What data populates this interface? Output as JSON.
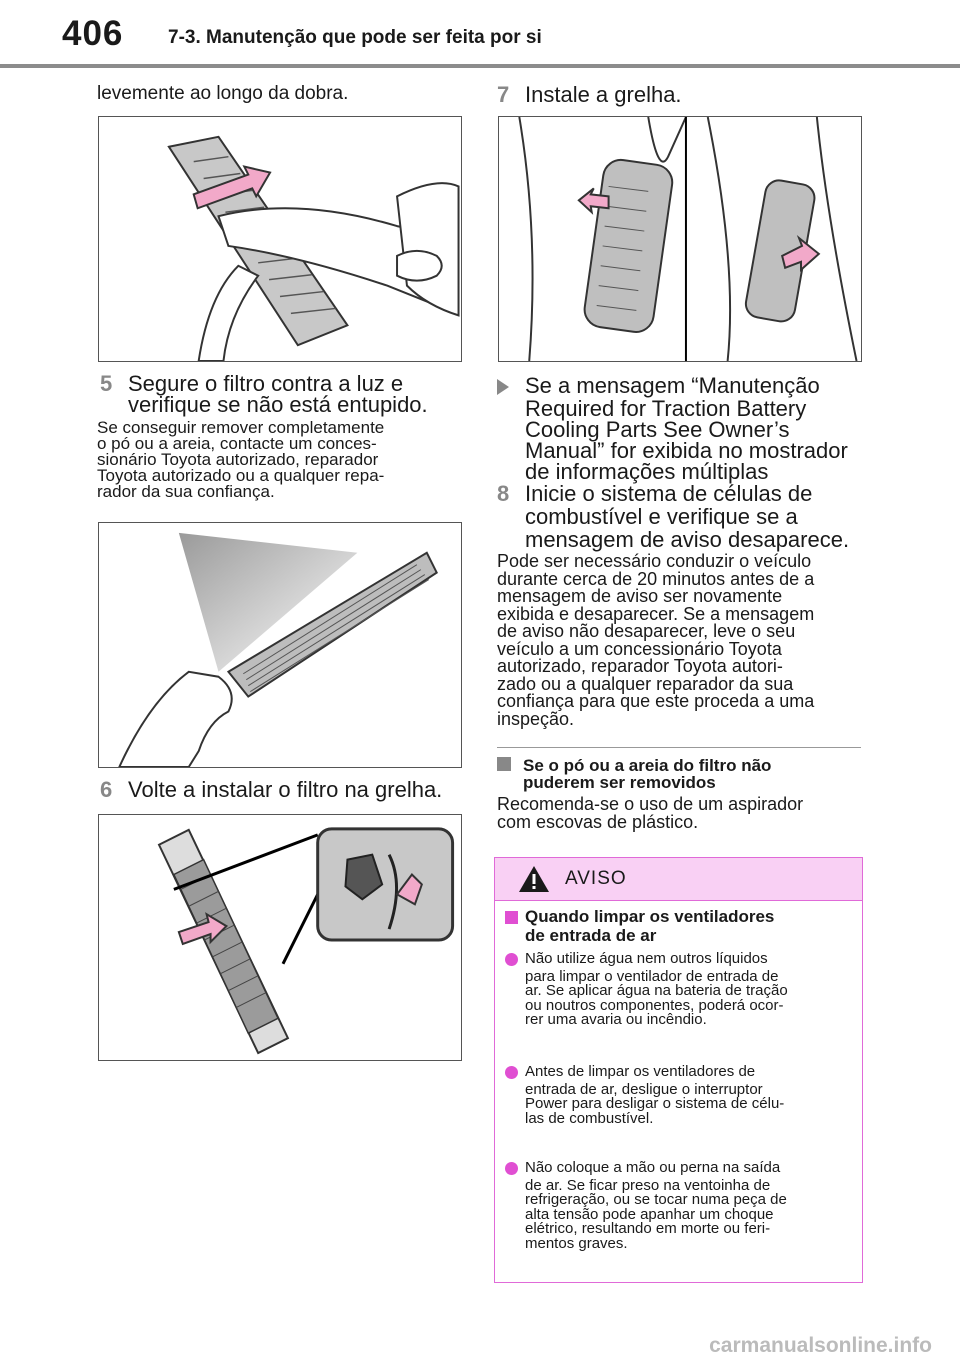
{
  "header": {
    "page_number": "406",
    "section_title": "7-3. Manutenção que pode ser feita por si"
  },
  "left": {
    "intro_text": "levemente ao longo da dobra.",
    "step5": {
      "number": "5",
      "line1": "Segure o filtro contra a luz e",
      "line2": "verifique se não está entupido."
    },
    "step5_desc": [
      "Se conseguir remover completamente",
      "o pó ou a areia, contacte um conces-",
      "sionário Toyota autorizado, reparador",
      "Toyota autorizado ou a qualquer repa-",
      "rador da sua confiança."
    ],
    "step6": {
      "number": "6",
      "text": "Volte a instalar o filtro na grelha."
    }
  },
  "right": {
    "step7": {
      "number": "7",
      "text": "Instale a grelha."
    },
    "condition_lines": [
      "Se a mensagem “Manutenção",
      "Required for Traction Battery",
      "Cooling Parts See Owner’s",
      "Manual” for exibida no mostrador",
      "de informações múltiplas"
    ],
    "step8": {
      "number": "8",
      "lines": [
        "Inicie o sistema de células de",
        "combustível e verifique se a",
        "mensagem de aviso desaparece."
      ]
    },
    "step8_desc": [
      "Pode ser necessário conduzir o veículo",
      "durante cerca de 20 minutos antes de a",
      "mensagem de aviso ser novamente",
      "exibida e desaparecer. Se a mensagem",
      "de aviso não desaparecer, leve o seu",
      "veículo a um concessionário Toyota",
      "autorizado, reparador Toyota autori-",
      "zado ou a qualquer reparador da sua",
      "confiança para que este proceda a uma",
      "inspeção."
    ],
    "dust_section": {
      "title_lines": [
        "Se o pó ou a areia do filtro não",
        "puderem ser removidos"
      ],
      "body_lines": [
        "Recomenda-se o uso de um aspirador",
        "com escovas de plástico."
      ]
    },
    "warning": {
      "title": "AVISO",
      "subtitle_lines": [
        "Quando limpar os ventiladores",
        "de entrada de ar"
      ],
      "bullets": [
        [
          "Não utilize água nem outros líquidos",
          "para limpar o ventilador de entrada de",
          "ar. Se aplicar água na bateria de tração",
          "ou noutros componentes, poderá ocor-",
          "rer uma avaria ou incêndio."
        ],
        [
          "Antes de limpar os ventiladores de",
          "entrada de ar, desligue o interruptor",
          "Power para desligar o sistema de célu-",
          "las de combustível."
        ],
        [
          "Não coloque a mão ou perna na saída",
          "de ar. Se ficar preso na ventoinha de",
          "refrigeração, ou se tocar numa peça de",
          "alta tensão pode apanhar um choque",
          "elétrico, resultando em morte ou feri-",
          "mentos graves."
        ]
      ]
    }
  },
  "footer": {
    "watermark": "carmanualsonline.info"
  },
  "colors": {
    "accent_pink": "#e04fd2",
    "warning_bg": "#f9d0f4",
    "arrow_pink": "#f2a9c9",
    "step_grey": "#888888"
  }
}
